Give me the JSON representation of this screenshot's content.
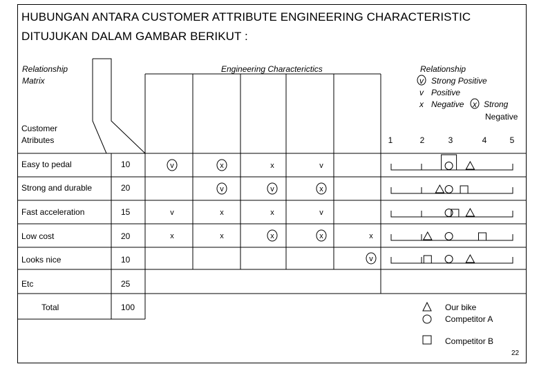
{
  "title": {
    "line1": "HUBUNGAN ANTARA CUSTOMER ATTRIBUTE ENGINEERING CHARACTERISTIC",
    "line2": "DITUJUKAN DALAM GAMBAR BERIKUT :"
  },
  "matrix_label": {
    "line1": "Relationship",
    "line2": "Matrix"
  },
  "eng_label": "Engineering Characterictics",
  "customer_label": {
    "line1": "Customer",
    "line2": "Atributes"
  },
  "legend": {
    "title": "Relationship",
    "strong_positive_symbol": "v",
    "strong_positive": "Strong Positive",
    "positive_symbol": "v",
    "positive": "Positive",
    "negative_symbol": "x",
    "negative": "Negative",
    "strong_negative_symbol": "x",
    "strong_negative_1": "Strong",
    "strong_negative_2": "Negative"
  },
  "scale": [
    "1",
    "2",
    "3",
    "4",
    "5"
  ],
  "rows": [
    {
      "attribute": "Easy to pedal",
      "weight": "10",
      "cells": [
        {
          "s": "v",
          "c": true
        },
        {
          "s": "x",
          "c": true
        },
        {
          "s": "x",
          "c": false
        },
        {
          "s": "v",
          "c": false
        },
        {
          "s": "",
          "c": false
        }
      ],
      "triangle": 3.6,
      "circle": 2.9,
      "square": 2.9
    },
    {
      "attribute": "Strong and durable",
      "weight": "20",
      "cells": [
        {
          "s": "",
          "c": false
        },
        {
          "s": "v",
          "c": true
        },
        {
          "s": "v",
          "c": true
        },
        {
          "s": "x",
          "c": true
        },
        {
          "s": "",
          "c": false
        }
      ],
      "triangle": 2.6,
      "circle": 2.9,
      "square": 3.4
    },
    {
      "attribute": "Fast acceleration",
      "weight": "15",
      "cells": [
        {
          "s": "v",
          "c": false
        },
        {
          "s": "x",
          "c": false
        },
        {
          "s": "x",
          "c": false
        },
        {
          "s": "v",
          "c": false
        },
        {
          "s": "",
          "c": false
        }
      ],
      "triangle": 3.6,
      "circle": 2.9,
      "square": 3.1
    },
    {
      "attribute": "Low cost",
      "weight": "20",
      "cells": [
        {
          "s": "x",
          "c": false
        },
        {
          "s": "x",
          "c": false
        },
        {
          "s": "x",
          "c": true
        },
        {
          "s": "x",
          "c": true
        },
        {
          "s": "x",
          "c": false
        }
      ],
      "triangle": 2.2,
      "circle": 2.9,
      "square": 4.0
    },
    {
      "attribute": "Looks nice",
      "weight": "10",
      "cells": [
        {
          "s": "",
          "c": false
        },
        {
          "s": "",
          "c": false
        },
        {
          "s": "",
          "c": false
        },
        {
          "s": "",
          "c": false
        },
        {
          "s": "v",
          "c": true
        }
      ],
      "triangle": 3.6,
      "circle": 2.9,
      "square": 2.2
    },
    {
      "attribute": "Etc",
      "weight": "25",
      "cells": [
        {
          "s": "",
          "c": false
        },
        {
          "s": "",
          "c": false
        },
        {
          "s": "",
          "c": false
        },
        {
          "s": "",
          "c": false
        },
        {
          "s": "",
          "c": false
        }
      ],
      "triangle": null,
      "circle": null,
      "square": null
    }
  ],
  "total": {
    "label": "Total",
    "value": "100"
  },
  "competitor_legend": {
    "our_bike": "Our bike",
    "competitor_a": "Competitor A",
    "competitor_b": "Competitor B"
  },
  "page_number": "22"
}
